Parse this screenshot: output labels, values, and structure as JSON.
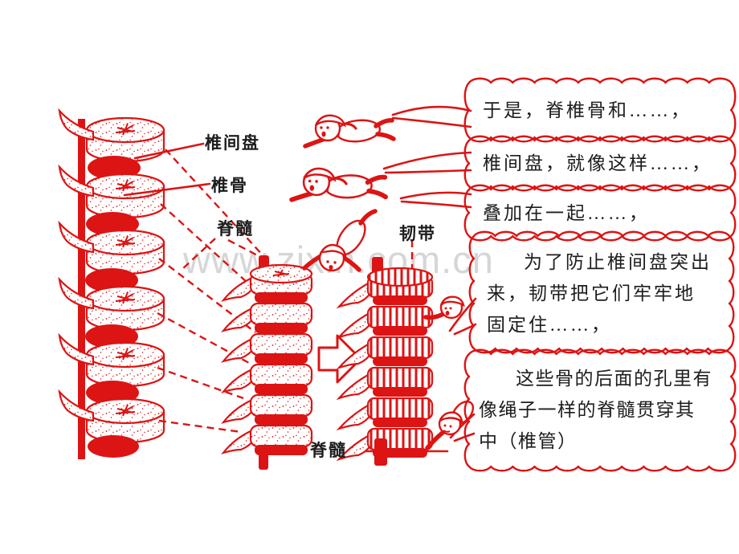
{
  "watermark": "www.zixin.com.cn",
  "colors": {
    "red": "#dc1414",
    "ink": "#1d1d1d",
    "watermark": "#d6d6d6",
    "bg": "#ffffff"
  },
  "labels": {
    "disc": "椎间盘",
    "vertebra": "椎骨",
    "spinal_cord": "脊髓",
    "ligament": "韧带",
    "spinal_cord_bottom": "脊髓"
  },
  "bubbles": [
    {
      "text": "于是，脊椎骨和……，"
    },
    {
      "text": "椎间盘，就像这样……，"
    },
    {
      "text": "叠加在一起……，"
    },
    {
      "text": "为了防止椎间盘突出\n来，韧带把它们牢牢地\n固定住……，"
    },
    {
      "text": "这些骨的后面的孔里有\n像绳子一样的脊髓贯穿其\n中（椎管）"
    }
  ],
  "icons": {
    "arrow": "transform-arrow"
  }
}
